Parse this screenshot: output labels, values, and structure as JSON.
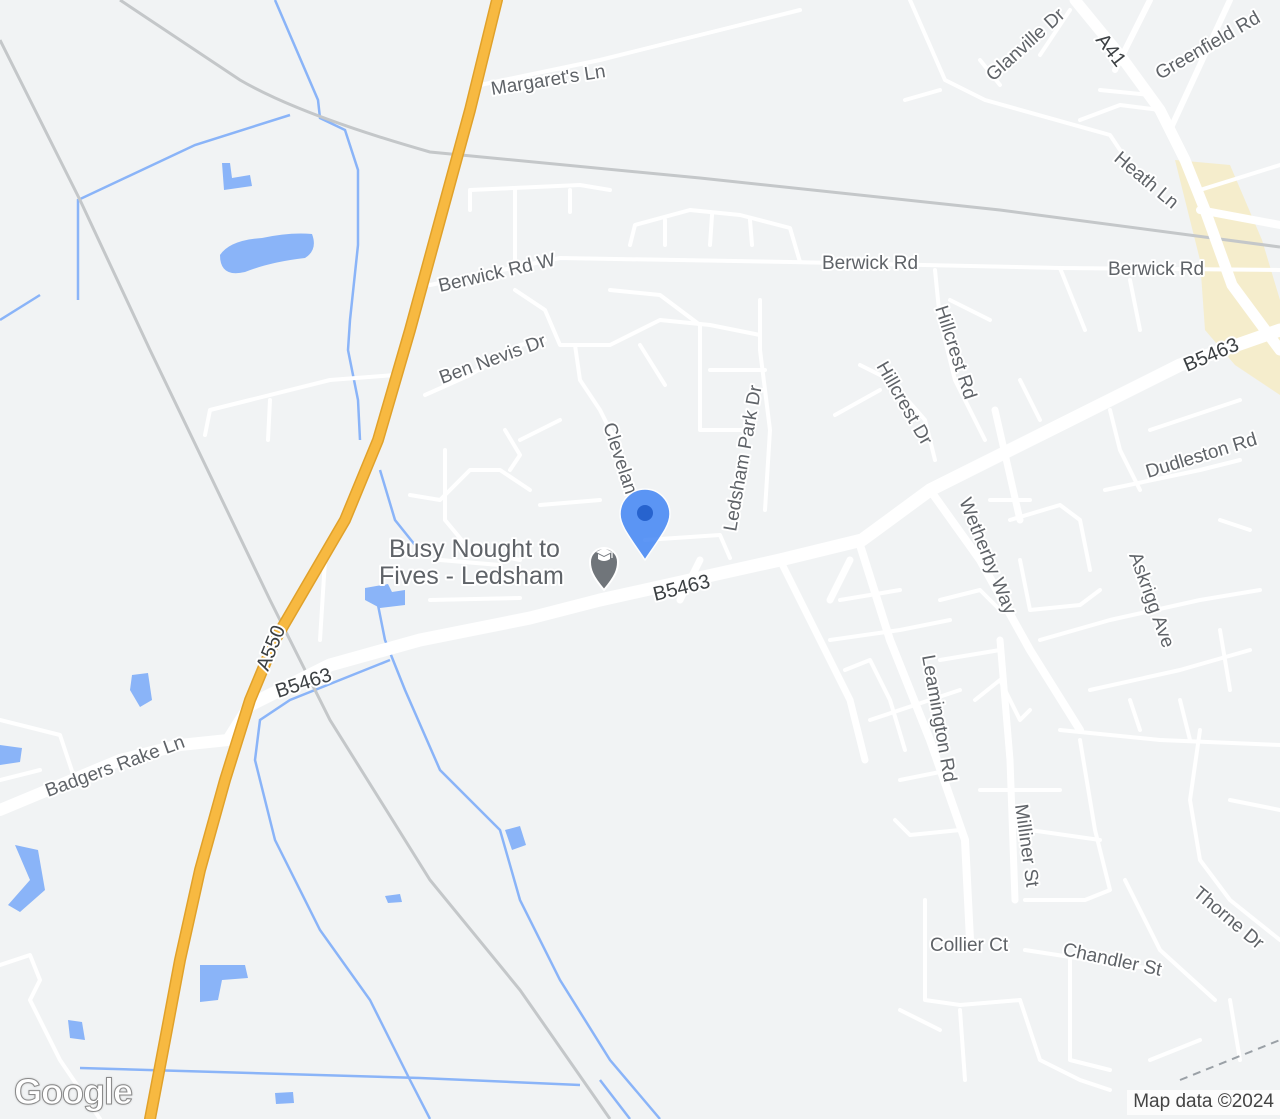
{
  "map": {
    "roads": {
      "margarets_ln": "Margaret's Ln",
      "glanville_dr": "Glanville Dr",
      "a41": "A41",
      "greenfield_rd": "Greenfield Rd",
      "heath_ln": "Heath Ln",
      "berwick_rd_w": "Berwick Rd W",
      "berwick_rd_1": "Berwick Rd",
      "berwick_rd_2": "Berwick Rd",
      "ben_nevis_dr": "Ben Nevis Dr",
      "hillcrest_rd": "Hillcrest Rd",
      "hillcrest_dr": "Hillcrest Dr",
      "b5463_ne": "B5463",
      "b5463_mid": "B5463",
      "b5463_w": "B5463",
      "dudleston_rd": "Dudleston Rd",
      "cleveland": "Clevelan",
      "ledsham_park_dr": "Ledsham Park Dr",
      "wetherby_way": "Wetherby Way",
      "askrigg_ave": "Askrigg Ave",
      "a550": "A550",
      "badgers_rake_ln": "Badgers Rake Ln",
      "leamington_rd": "Leamington Rd",
      "milliner_st": "Milliner St",
      "collier_ct": "Collier Ct",
      "chandler_st": "Chandler St",
      "thorne_dr": "Thorne Dr"
    },
    "poi": {
      "name_line1": "Busy Nought to",
      "name_line2": "Fives - Ledsham",
      "icon": "graduation-cap-icon"
    },
    "pin": {
      "icon": "location-pin-icon",
      "color": "#4285f4"
    },
    "colors": {
      "background": "#f1f3f4",
      "water": "#8ab4f8",
      "highway": "#f7b941",
      "road": "#ffffff",
      "rail": "#c4c7c9",
      "urban": "#f5ecc8"
    },
    "logo": "Google",
    "attribution": "Map data ©2024"
  }
}
